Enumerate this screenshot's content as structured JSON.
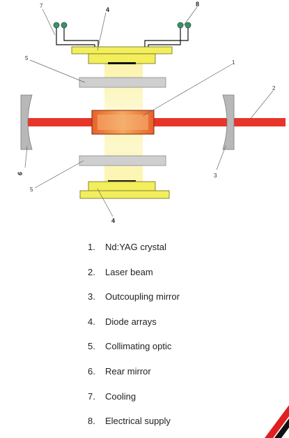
{
  "diagram": {
    "callouts": {
      "c1": "1",
      "c2": "2",
      "c3": "3",
      "c4_top": "4",
      "c4_bottom": "4",
      "c5_top": "5",
      "c5_bottom": "5",
      "c6": "6",
      "c7": "7",
      "c8": "8"
    }
  },
  "legend": [
    {
      "num": "1.",
      "text": "Nd:YAG crystal"
    },
    {
      "num": "2.",
      "text": "Laser beam"
    },
    {
      "num": "3.",
      "text": "Outcoupling mirror"
    },
    {
      "num": "4.",
      "text": "Diode arrays"
    },
    {
      "num": "5.",
      "text": "Collimating optic"
    },
    {
      "num": "6.",
      "text": "Rear mirror"
    },
    {
      "num": "7.",
      "text": "Cooling"
    },
    {
      "num": "8.",
      "text": "Electrical supply"
    }
  ],
  "colors": {
    "beam": "#e8352a",
    "crystal_outer": "#e8622a",
    "crystal_core": "#f4a860",
    "diode": "#f2ee5c",
    "pump_light": "#fbf3a6",
    "optic": "#cfcfcf",
    "mirror": "#b8b8b8",
    "terminal": "#3f8f6a",
    "logo_red": "#e02020"
  }
}
